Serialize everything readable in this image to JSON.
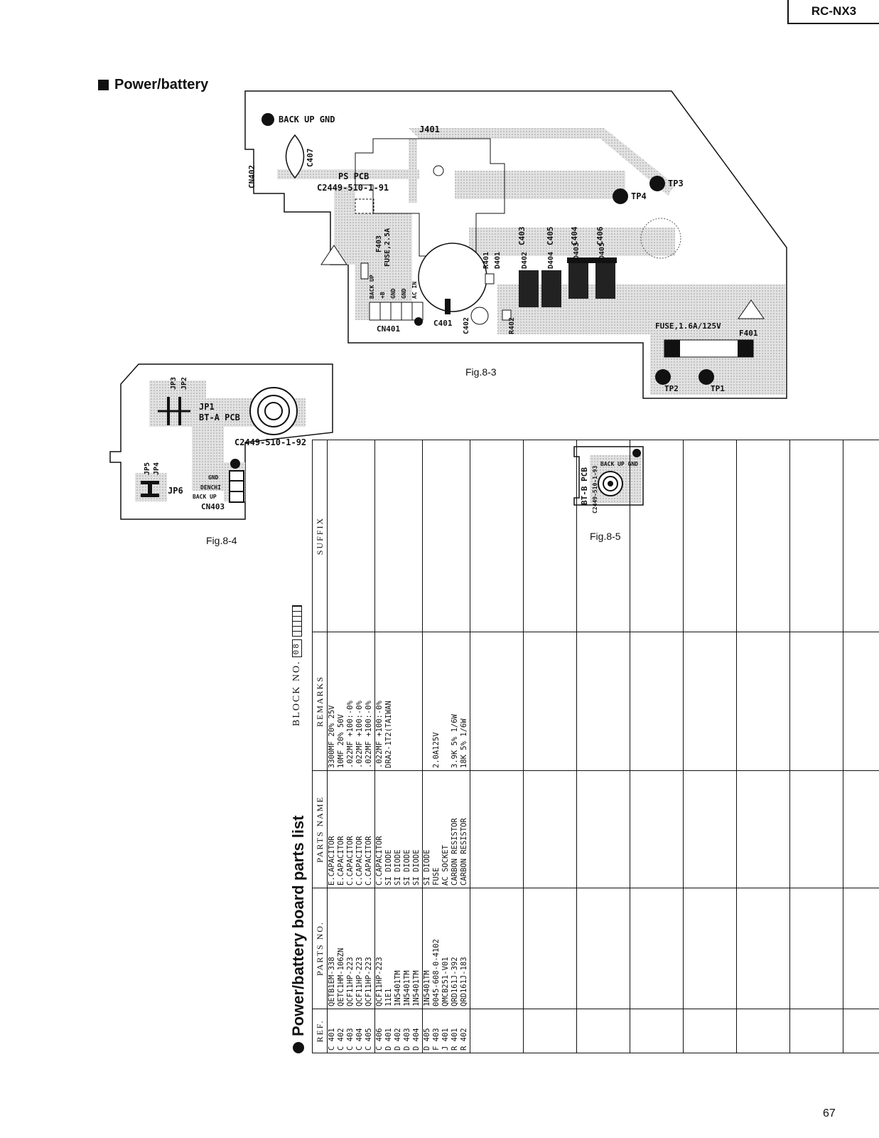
{
  "header": {
    "model": "RC-NX3",
    "page_number": "67"
  },
  "section": {
    "title": "Power/battery"
  },
  "figures": {
    "fig3": {
      "caption": "Fig.8-3",
      "labels": {
        "backup_gnd": "BACK UP GND",
        "j401": "J401",
        "cn402": "CN402",
        "c407": "C407",
        "ps_pcb": "PS PCB",
        "ps_code": "C2449-510-1-91",
        "tp3": "TP3",
        "tp4": "TP4",
        "c403": "C403",
        "c405": "C405",
        "c404": "C404",
        "c406": "C406",
        "f403": "F403",
        "fuse_25": "FUSE,2.5A",
        "r401": "R401",
        "d401": "D401",
        "d402": "D402",
        "d404": "D404",
        "d403": "D403",
        "d405": "D405",
        "cn401": "CN401",
        "c401": "C401",
        "c402": "C402",
        "r402": "R402",
        "fuse_16": "FUSE,1.6A/125V",
        "f401": "F401",
        "tp2": "TP2",
        "tp1": "TP1",
        "pin_back_up": "BACK UP",
        "pin_b": "+B",
        "pin_gnd1": "GND",
        "pin_gnd2": "GND",
        "pin_ac": "AC IN"
      }
    },
    "fig4": {
      "caption": "Fig.8-4",
      "labels": {
        "jp3": "JP3",
        "jp2": "JP2",
        "jp1": "JP1",
        "bt_a_pcb": "BT-A PCB",
        "code": "C2449-510-1-92",
        "jp5": "JP5",
        "jp4": "JP4",
        "jp6": "JP6",
        "gnd": "GND",
        "denchi": "DENCHI",
        "back_up": "BACK UP",
        "cn403": "CN403"
      }
    },
    "fig5": {
      "caption": "Fig.8-5",
      "labels": {
        "bt_b_pcb": "BT-B PCB",
        "code": "C2449-510-1-93",
        "backup_gnd": "BACK UP GND"
      }
    }
  },
  "parts_list": {
    "title": "Power/battery board parts list",
    "block_label": "BLOCK NO.",
    "block_no": "08",
    "headers": {
      "ref": "REF.",
      "parts_no": "PARTS NO.",
      "parts_name": "PARTS NAME",
      "remarks": "REMARKS",
      "suffix": "SUFFIX"
    },
    "groups": [
      [
        {
          "ref": "C 401",
          "parts_no": "QETB1EM-338",
          "name": "E.CAPACITOR",
          "remarks": "3300MF 20% 25V"
        },
        {
          "ref": "C 402",
          "parts_no": "QETC1HM-106ZN",
          "name": "E.CAPACITOR",
          "remarks": "10MF 20% 50V"
        },
        {
          "ref": "C 403",
          "parts_no": "QCF11HP-223",
          "name": "C.CAPACITOR",
          "remarks": ".022MF +100:-0%"
        },
        {
          "ref": "C 404",
          "parts_no": "QCF11HP-223",
          "name": "C.CAPACITOR",
          "remarks": ".022MF +100:-0%"
        },
        {
          "ref": "C 405",
          "parts_no": "QCF11HP-223",
          "name": "C.CAPACITOR",
          "remarks": ".022MF +100:-0%"
        }
      ],
      [
        {
          "ref": "C 406",
          "parts_no": "QCF11HP-223",
          "name": "C.CAPACITOR",
          "remarks": ".022MF +100:-0%"
        },
        {
          "ref": "D 401",
          "parts_no": "11E1",
          "name": "SI DIODE",
          "remarks": "DRA2-1T2(TAIWAN"
        },
        {
          "ref": "D 402",
          "parts_no": "1N5401TM",
          "name": "SI DIODE",
          "remarks": ""
        },
        {
          "ref": "D 403",
          "parts_no": "1N5401TM",
          "name": "SI DIODE",
          "remarks": ""
        },
        {
          "ref": "D 404",
          "parts_no": "1N5401TM",
          "name": "SI DIODE",
          "remarks": ""
        }
      ],
      [
        {
          "ref": "D 405",
          "parts_no": "1N5401TM",
          "name": "SI DIODE",
          "remarks": ""
        },
        {
          "ref": "F 403",
          "parts_no": "0045-608-0-4102",
          "name": "FUSE",
          "remarks": "2.0A125V"
        },
        {
          "ref": "J 401",
          "parts_no": "QMCB251-V01",
          "name": "AC SOCKET",
          "remarks": ""
        },
        {
          "ref": "R 401",
          "parts_no": "QRD161J-392",
          "name": "CARBON RESISTOR",
          "remarks": "3.9K 5% 1/6W"
        },
        {
          "ref": "R 402",
          "parts_no": "QRD161J-183",
          "name": "CARBON RESISTOR",
          "remarks": "18K 5% 1/6W"
        }
      ]
    ]
  }
}
